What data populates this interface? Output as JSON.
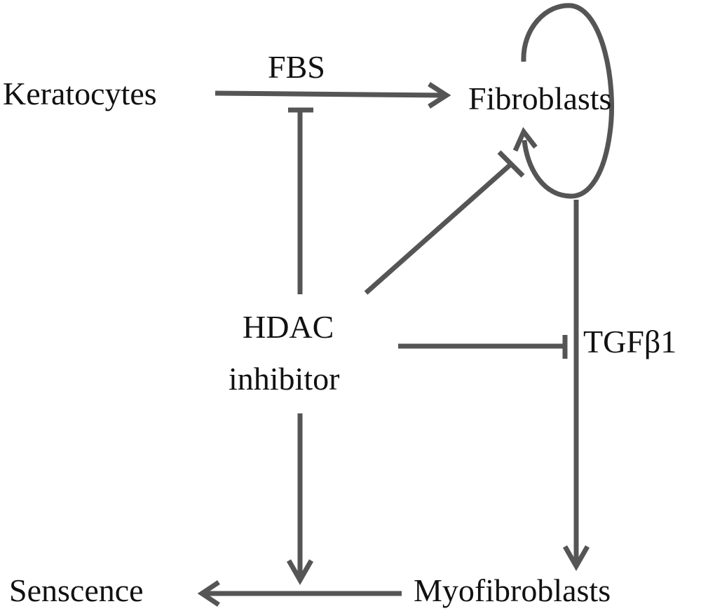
{
  "nodes": {
    "keratocytes": "Keratocytes",
    "fibroblasts": "Fibroblasts",
    "hdac_line1": "HDAC",
    "hdac_line2": "inhibitor",
    "senescence": "Senscence",
    "myofibroblasts": "Myofibroblasts"
  },
  "edge_labels": {
    "fbs": "FBS",
    "tgfb1": "TGFβ1"
  },
  "edges": [
    {
      "from": "keratocytes",
      "to": "fibroblasts",
      "type": "activation",
      "label": "FBS"
    },
    {
      "from": "fibroblasts",
      "to": "fibroblasts",
      "type": "self-loop-activation"
    },
    {
      "from": "hdac_inhibitor",
      "to": "fbs_edge",
      "type": "inhibition"
    },
    {
      "from": "hdac_inhibitor",
      "to": "fibroblasts_loop",
      "type": "inhibition"
    },
    {
      "from": "hdac_inhibitor",
      "to": "tgfb1_edge",
      "type": "inhibition"
    },
    {
      "from": "fibroblasts",
      "to": "myofibroblasts",
      "type": "activation",
      "label": "TGFβ1"
    },
    {
      "from": "hdac_inhibitor",
      "to": "senescence_edge",
      "type": "activation"
    },
    {
      "from": "myofibroblasts",
      "to": "senescence",
      "type": "activation"
    }
  ],
  "colors": {
    "line": "#555555",
    "text": "#111111"
  }
}
